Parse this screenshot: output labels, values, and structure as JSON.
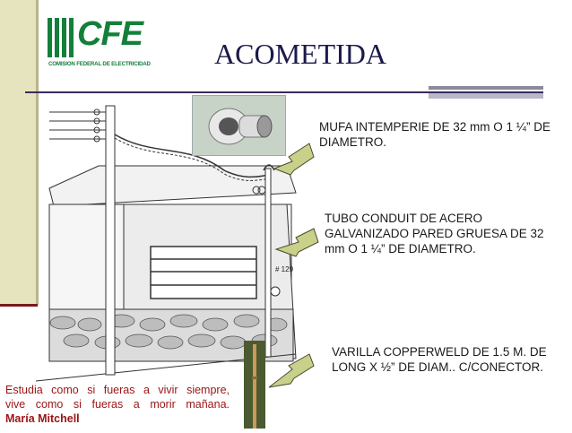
{
  "logo": {
    "name": "CFE",
    "subtitle": "COMISION FEDERAL DE ELECTRICIDAD",
    "color": "#13803a"
  },
  "title": "ACOMETIDA",
  "labels": {
    "mufa": "MUFA INTEMPERIE DE 32 mm O 1 ¼” DE  DIAMETRO.",
    "tubo": "TUBO CONDUIT DE ACERO GALVANIZADO PARED GRUESA DE 32 mm O 1 ¼” DE DIAMETRO.",
    "varilla": "VARILLA COPPERWELD DE 1.5 M. DE LONG X ½” DE DIAM.. C/CONECTOR."
  },
  "house_number": "# 129",
  "quote": {
    "line1": "Estudia como si fueras a vivir siempre,",
    "line2": "vive como si fueras a morir mañana.",
    "author": "María Mitchell",
    "color": "#9b1414"
  },
  "colors": {
    "band": "#e6e3bf",
    "title": "#1a1a4a",
    "arrow": "#c9d08a"
  }
}
